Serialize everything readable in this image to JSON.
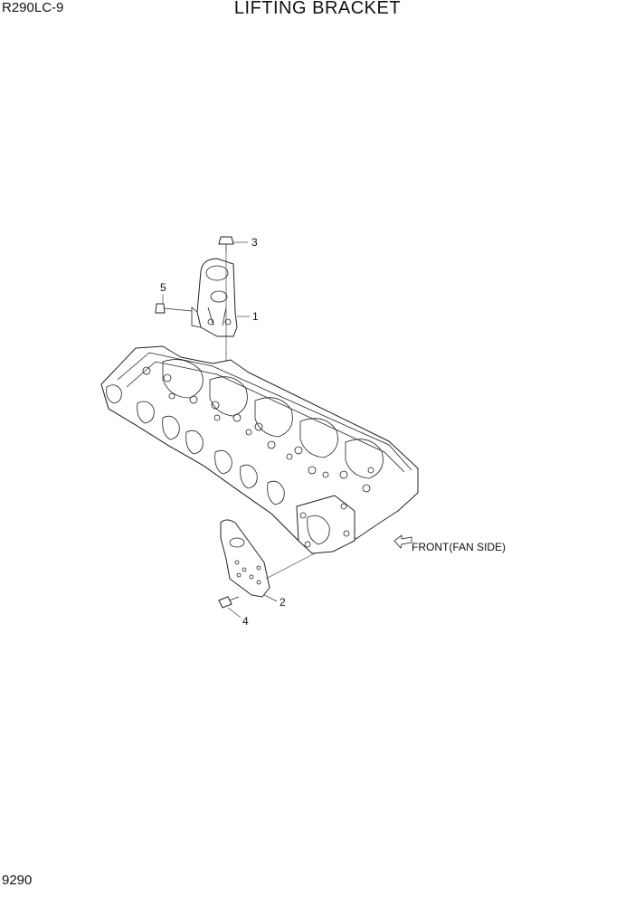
{
  "header": {
    "model": "R290LC-9",
    "title": "LIFTING BRACKET"
  },
  "footer": {
    "page_number": "9290"
  },
  "diagram": {
    "orientation_label": "FRONT(FAN SIDE)",
    "callouts": [
      "1",
      "2",
      "3",
      "4",
      "5"
    ]
  }
}
